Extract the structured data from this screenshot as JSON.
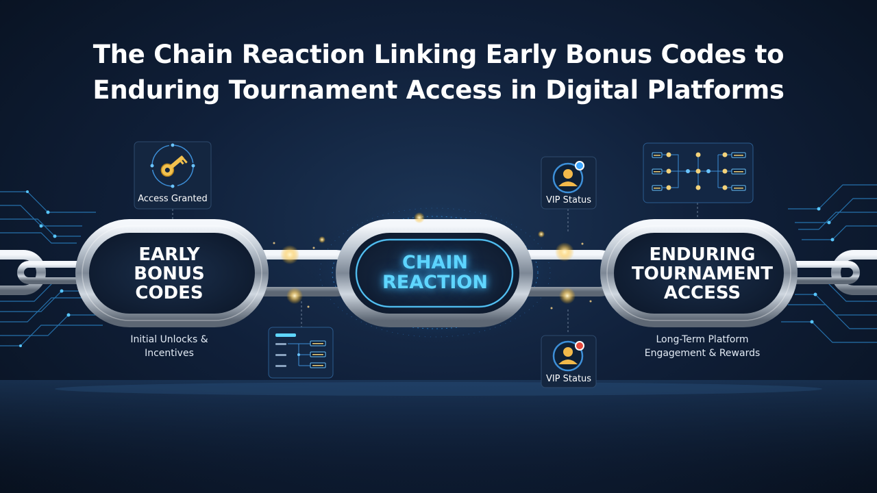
{
  "title": {
    "line1": "The Chain Reaction Linking Early Bonus Codes to",
    "line2": "Enduring Tournament Access in Digital Platforms"
  },
  "links": {
    "early": {
      "line1": "EARLY",
      "line2": "BONUS",
      "line3": "CODES",
      "caption1": "Initial Unlocks &",
      "caption2": "Incentives"
    },
    "chain": {
      "line1": "CHAIN",
      "line2": "REACTION"
    },
    "enduring": {
      "line1": "ENDURING",
      "line2": "TOURNAMENT",
      "line3": "ACCESS",
      "caption1": "Long-Term Platform",
      "caption2": "Engagement & Rewards"
    }
  },
  "cards": {
    "access": "Access Granted",
    "vip_top": "VIP Status",
    "vip_bottom": "VIP Status"
  },
  "colors": {
    "background": "#0b1626",
    "accent_cyan": "#5fd6ff",
    "key_gold": "#f2c14e",
    "badge_blue": "#3ba4ff",
    "badge_red": "#e5483b",
    "node_gold": "#f3d27a"
  },
  "icons": {
    "key": "key-icon",
    "avatar": "user-avatar-icon",
    "flow": "flowchart-icon"
  }
}
